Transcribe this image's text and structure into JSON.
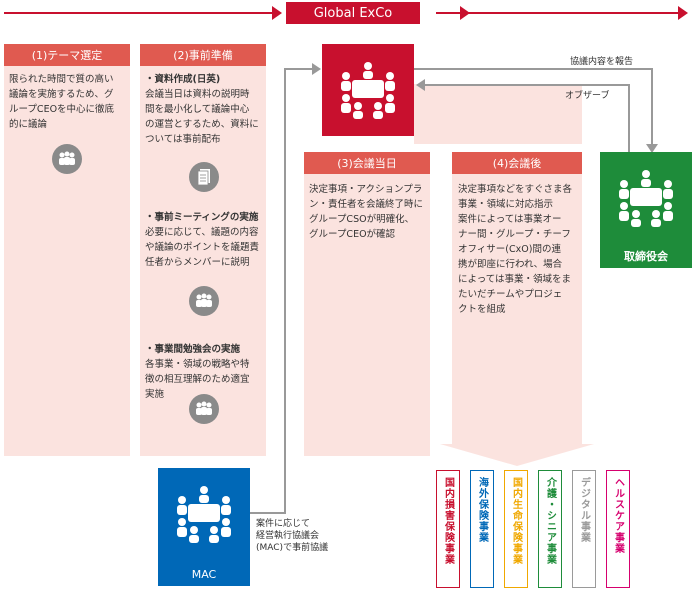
{
  "header": {
    "title": "Global ExCo"
  },
  "columns": [
    {
      "title": "(1)テーマ選定",
      "body": [
        "限られた時間で質の高い",
        "議論を実施するため、グ",
        "ループCEOを中心に徹底",
        "的に議論"
      ]
    },
    {
      "title": "(2)事前準備",
      "sections": [
        {
          "heading": "・資料作成(日英)",
          "body": [
            "会議当日は資料の説明時",
            "間を最小化して議論中心",
            "の運営とするため、資料に",
            "ついては事前配布"
          ]
        },
        {
          "heading": "・事前ミーティングの実施",
          "body": [
            "必要に応じて、議題の内容",
            "や議論のポイントを議題責",
            "任者からメンバーに説明"
          ]
        },
        {
          "heading": "・事業間勉強会の実施",
          "body": [
            "各事業・領域の戦略や特",
            "徴の相互理解のため適宜",
            "実施"
          ]
        }
      ]
    },
    {
      "title": "(3)会議当日",
      "body": [
        "決定事項・アクションプラ",
        "ン・責任者を会議終了時に",
        "グループCSOが明確化、",
        "グループCEOが確認"
      ]
    },
    {
      "title": "(4)会議後",
      "body": [
        "決定事項などをすぐさま各",
        "事業・領域に対応指示",
        "案件によっては事業オー",
        "ナー間・グループ・チーフ",
        "オフィサー(CxO)間の連",
        "携が即座に行われ、場合",
        "によっては事業・領域をま",
        "たいだチームやプロジェ",
        "クトを組成"
      ]
    }
  ],
  "board": {
    "label": "取締役会"
  },
  "mac": {
    "label": "MAC",
    "note": [
      "案件に応じて",
      "経営執行協議会",
      "(MAC)で事前協議"
    ]
  },
  "links": {
    "report": "協議内容を報告",
    "observer": "オブザーブ"
  },
  "businesses": [
    {
      "label": "国内損害保険事業",
      "color": "#c8102e"
    },
    {
      "label": "海外保険事業",
      "color": "#0068b7"
    },
    {
      "label": "国内生命保険事業",
      "color": "#f0a800"
    },
    {
      "label": "介護・シニア事業",
      "color": "#1e8c3a"
    },
    {
      "label": "デジタル事業",
      "color": "#9a9a9a"
    },
    {
      "label": "ヘルスケア事業",
      "color": "#d6006e"
    }
  ]
}
